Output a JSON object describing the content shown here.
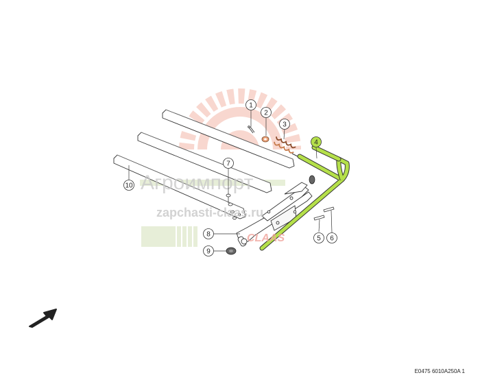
{
  "diagram": {
    "callouts": [
      {
        "id": "1",
        "label": "1",
        "highlighted": false
      },
      {
        "id": "2",
        "label": "2",
        "highlighted": false
      },
      {
        "id": "3",
        "label": "3",
        "highlighted": false
      },
      {
        "id": "4",
        "label": "4",
        "highlighted": true
      },
      {
        "id": "5",
        "label": "5",
        "highlighted": false
      },
      {
        "id": "6",
        "label": "6",
        "highlighted": false
      },
      {
        "id": "7",
        "label": "7",
        "highlighted": false
      },
      {
        "id": "8",
        "label": "8",
        "highlighted": false
      },
      {
        "id": "9",
        "label": "9",
        "highlighted": false
      },
      {
        "id": "10",
        "label": "10",
        "highlighted": false
      }
    ],
    "highlight_color": "#b5e04a",
    "watermark": {
      "main": "Агроимпорт",
      "url": "zapchasti-claas.ru",
      "brand": "CLAAS"
    },
    "reference_code": "E0475 6010A250A 1"
  }
}
